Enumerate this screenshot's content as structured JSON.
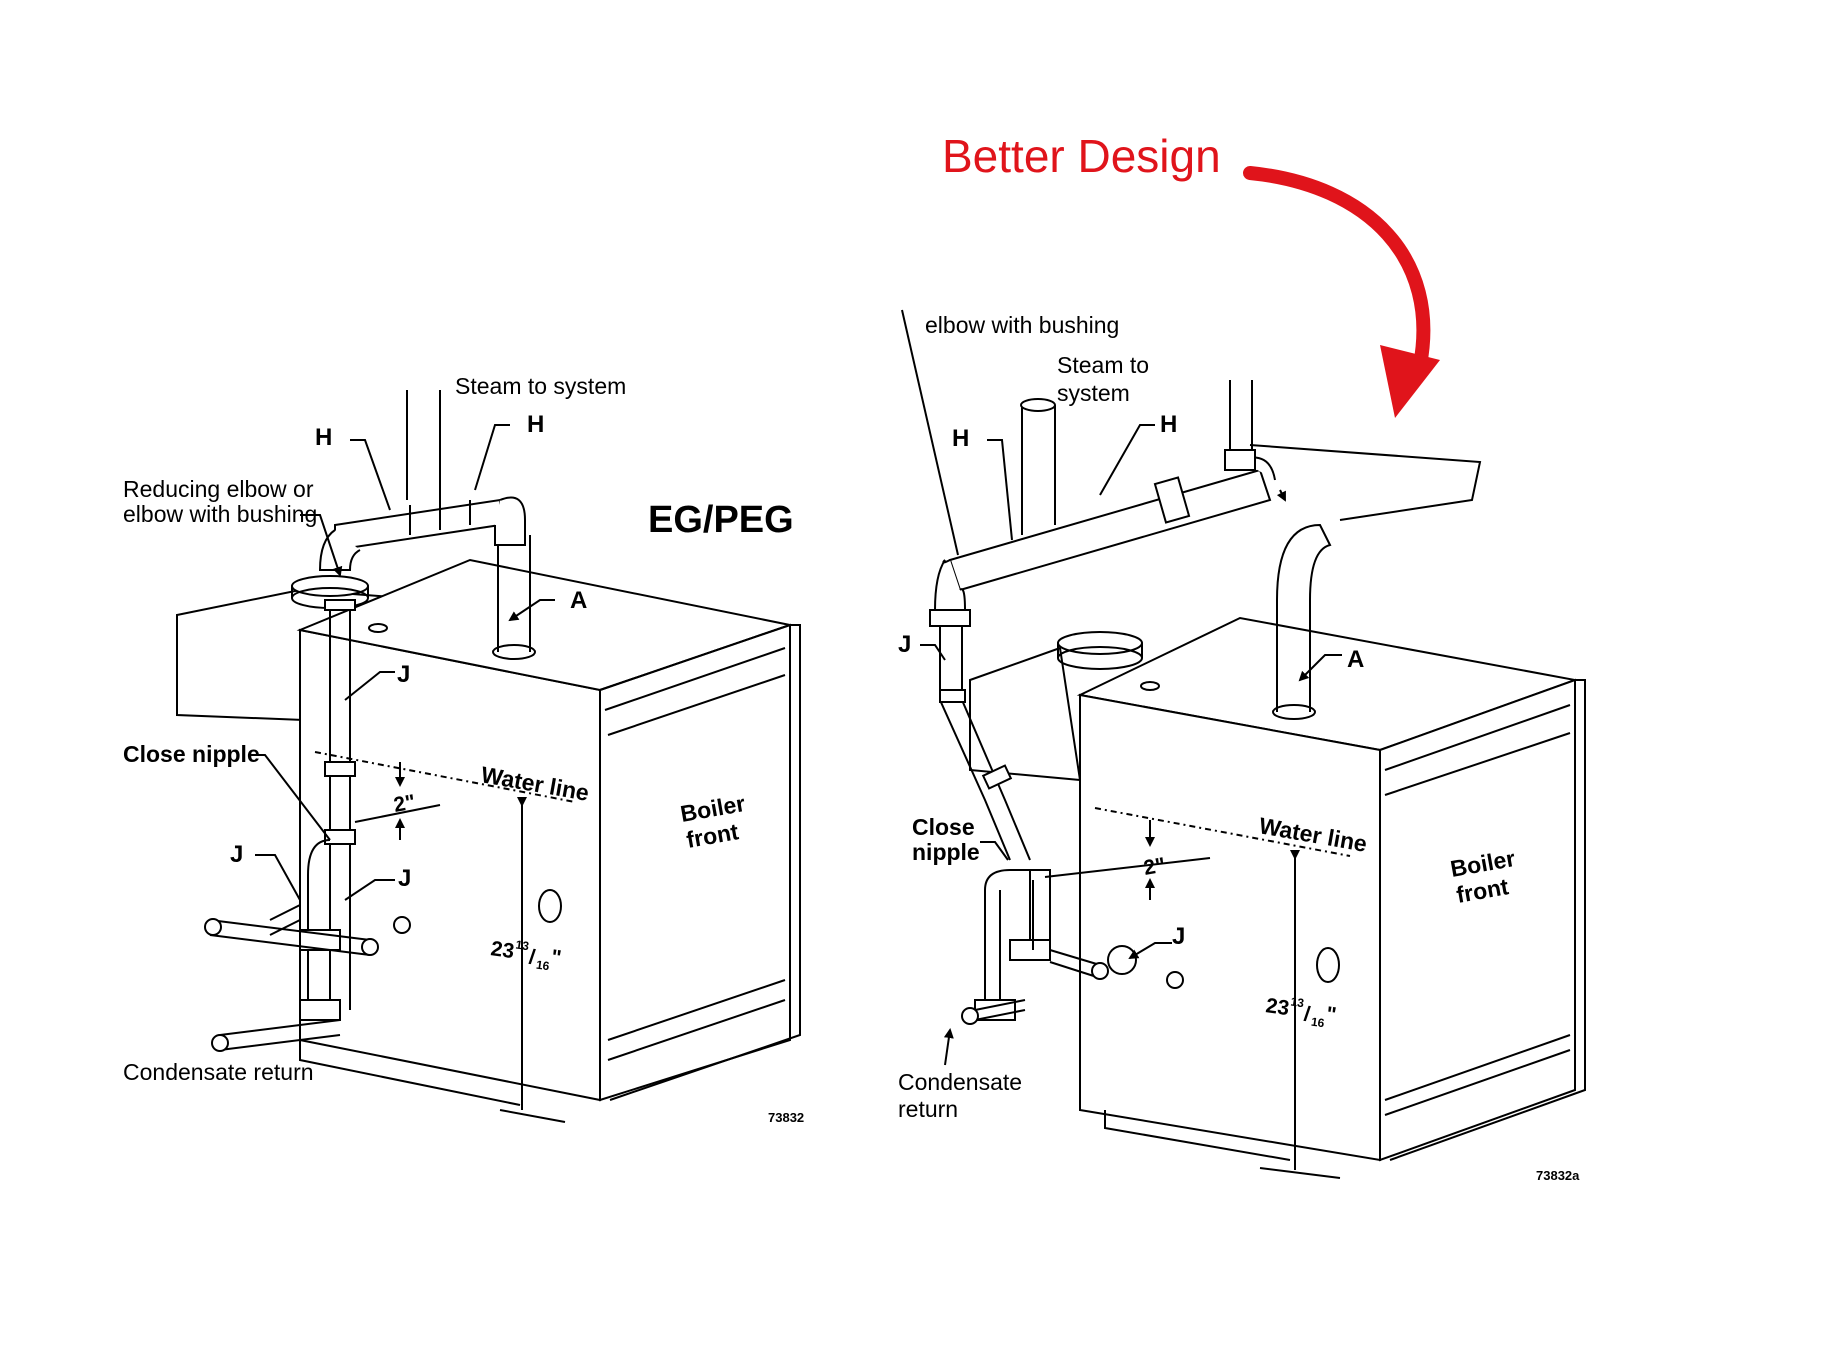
{
  "left_diagram": {
    "model": "EG/PEG",
    "steam_label": "Steam to system",
    "h_left": "H",
    "h_right": "H",
    "reducing_elbow_line1": "Reducing elbow or",
    "reducing_elbow_line2": "elbow with bushing",
    "a_label": "A",
    "j_upper": "J",
    "close_nipple": "Close nipple",
    "water_line": "Water line",
    "two_inch": "2\"",
    "j_left": "J",
    "j_right": "J",
    "boiler_front_line1": "Boiler",
    "boiler_front_line2": "front",
    "dim_whole": "23",
    "dim_num": "13",
    "dim_den": "16",
    "dim_unit": "\"",
    "condensate": "Condensate return",
    "fig_number": "73832"
  },
  "right_diagram": {
    "annotation": "Better Design",
    "elbow_label": "elbow with bushing",
    "steam_line1": "Steam to",
    "steam_line2": "system",
    "h_left": "H",
    "h_right": "H",
    "j_upper": "J",
    "a_label": "A",
    "close_line1": "Close",
    "close_line2": "nipple",
    "water_line": "Water line",
    "two_inch": "2\"",
    "j_lower": "J",
    "boiler_front_line1": "Boiler",
    "boiler_front_line2": "front",
    "dim_whole": "23",
    "dim_num": "13",
    "dim_den": "16",
    "dim_unit": "\"",
    "condensate_line1": "Condensate",
    "condensate_line2": "return",
    "fig_number": "73832a"
  },
  "colors": {
    "annotation": "#e0141b",
    "line": "#000000"
  },
  "icons": {
    "arrow": "curved-red-arrow"
  }
}
